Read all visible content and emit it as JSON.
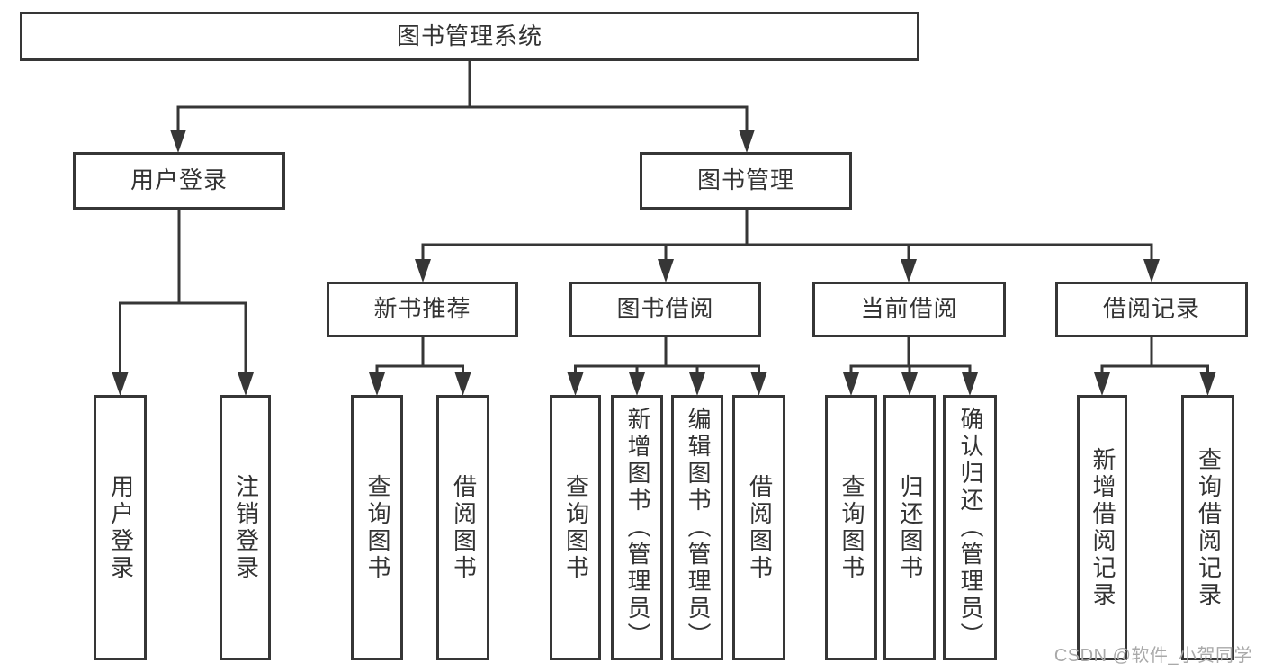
{
  "diagram_title": "图书管理系统",
  "nodes": {
    "root": {
      "label": "图书管理系统"
    },
    "level1": [
      {
        "label": "用户登录"
      },
      {
        "label": "图书管理"
      }
    ],
    "level2": [
      {
        "label": "新书推荐",
        "parent": "图书管理"
      },
      {
        "label": "图书借阅",
        "parent": "图书管理"
      },
      {
        "label": "当前借阅",
        "parent": "图书管理"
      },
      {
        "label": "借阅记录",
        "parent": "图书管理"
      }
    ],
    "leaves": [
      {
        "label": "用户登录",
        "parent": "用户登录"
      },
      {
        "label": "注销登录",
        "parent": "用户登录"
      },
      {
        "label": "查询图书",
        "parent": "新书推荐"
      },
      {
        "label": "借阅图书",
        "parent": "新书推荐"
      },
      {
        "label": "查询图书",
        "parent": "图书借阅"
      },
      {
        "label": "新增图书（管理员）",
        "parent": "图书借阅"
      },
      {
        "label": "编辑图书（管理员）",
        "parent": "图书借阅"
      },
      {
        "label": "借阅图书",
        "parent": "图书借阅"
      },
      {
        "label": "查询图书",
        "parent": "当前借阅"
      },
      {
        "label": "归还图书",
        "parent": "当前借阅"
      },
      {
        "label": "确认归还（管理员）",
        "parent": "当前借阅"
      },
      {
        "label": "新增借阅记录",
        "parent": "借阅记录"
      },
      {
        "label": "查询借阅记录",
        "parent": "借阅记录"
      }
    ]
  },
  "watermark": "CSDN @软件_小贺同学",
  "colors": {
    "line": "#363636",
    "text": "#333333",
    "background": "#ffffff",
    "watermark": "#a9a9a9"
  }
}
